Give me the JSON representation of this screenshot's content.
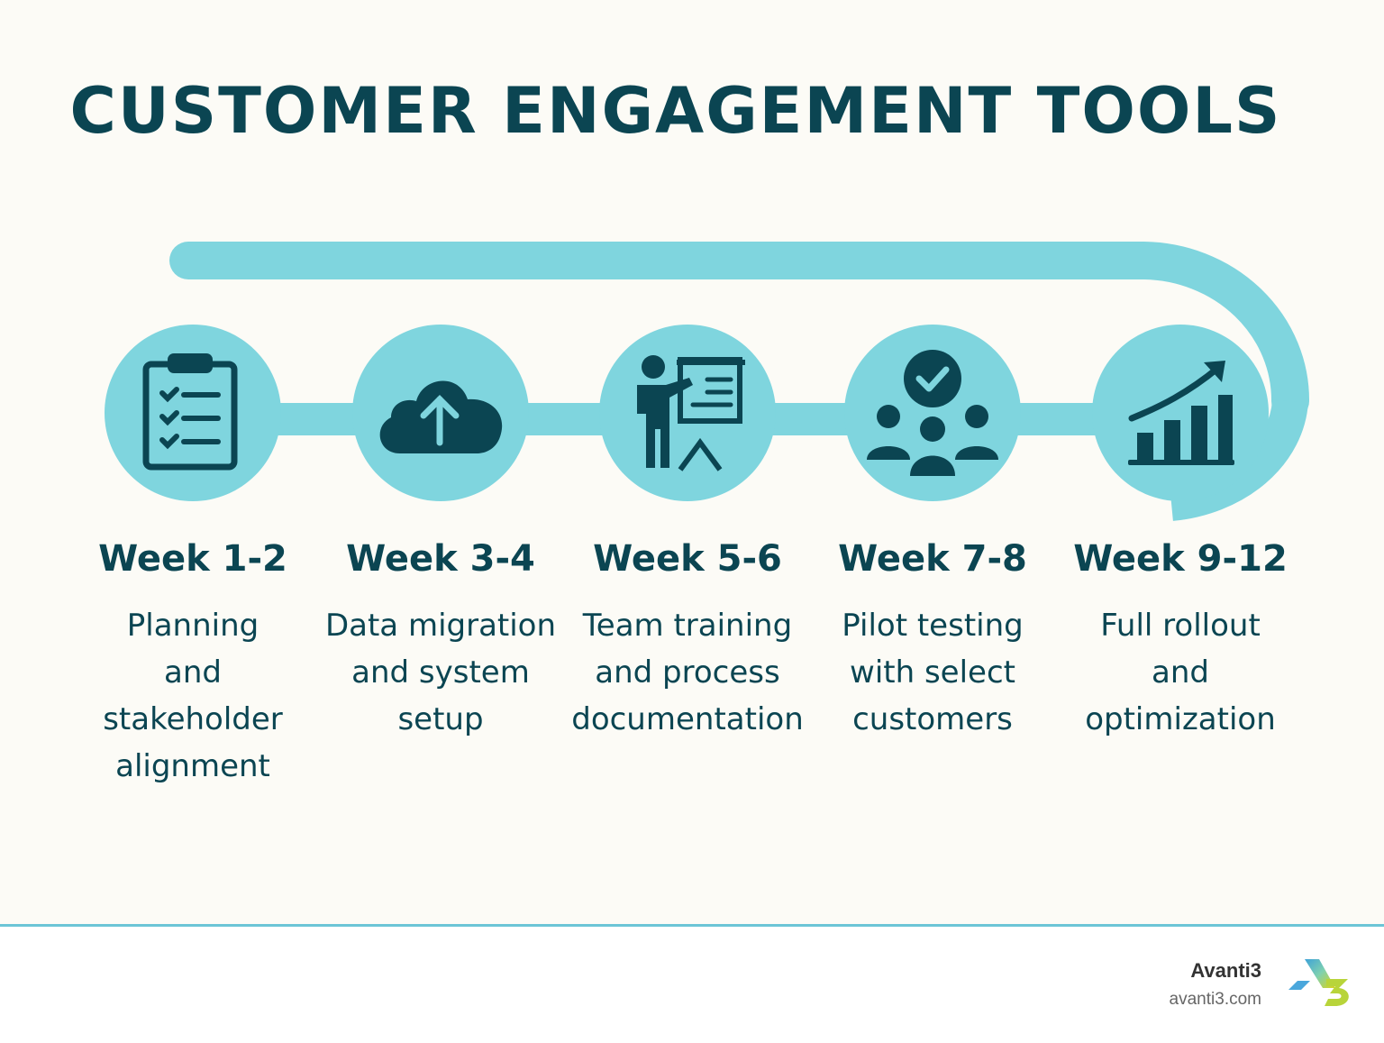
{
  "title": "CUSTOMER ENGAGEMENT TOOLS",
  "colors": {
    "accent": "#7fd5de",
    "dark": "#0b4552",
    "background": "#fcfbf6",
    "divider": "#6cc5d6"
  },
  "steps": [
    {
      "week": "Week 1-2",
      "lines": [
        "Planning",
        "and",
        "stakeholder",
        "alignment"
      ],
      "icon": "clipboard-checklist-icon"
    },
    {
      "week": "Week 3-4",
      "lines": [
        "Data migration",
        "and system",
        "setup"
      ],
      "icon": "cloud-upload-icon"
    },
    {
      "week": "Week 5-6",
      "lines": [
        "Team training",
        "and process",
        "documentation"
      ],
      "icon": "presenter-board-icon"
    },
    {
      "week": "Week 7-8",
      "lines": [
        "Pilot testing",
        "with select",
        "customers"
      ],
      "icon": "group-check-icon"
    },
    {
      "week": "Week 9-12",
      "lines": [
        "Full rollout",
        "and",
        "optimization"
      ],
      "icon": "growth-chart-icon"
    }
  ],
  "brand": {
    "name": "Avanti3",
    "url": "avanti3.com"
  }
}
